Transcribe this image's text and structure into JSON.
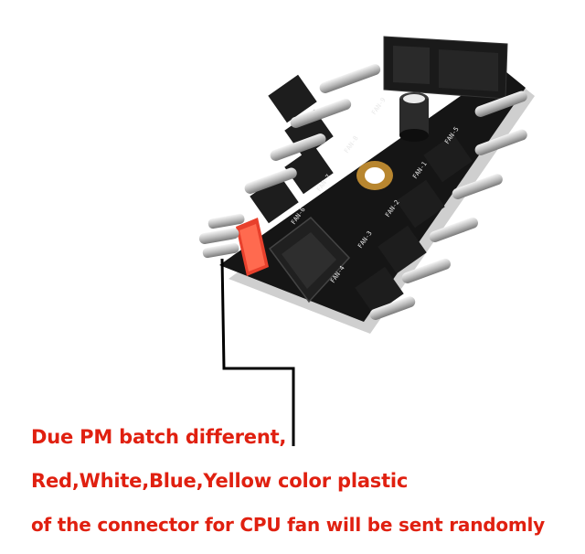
{
  "caption": {
    "line1": "Due PM batch different,",
    "line2": "Red,White,Blue,Yellow color plastic",
    "line3": "of the connector for CPU fan will be sent randomly"
  },
  "board_labels": {
    "fan1": "FAN-1",
    "fan2": "FAN-2",
    "fan3": "FAN-3",
    "fan4": "FAN-4",
    "fan5": "FAN-5",
    "fan6": "FAN-6",
    "fan7": "FAN-7",
    "fan8": "FAN-8",
    "fan9": "FAN-9"
  },
  "colors": {
    "caption": "#e02010",
    "board": "#141414",
    "connector_red": "#e8402c",
    "pointer_line": "#000000"
  }
}
